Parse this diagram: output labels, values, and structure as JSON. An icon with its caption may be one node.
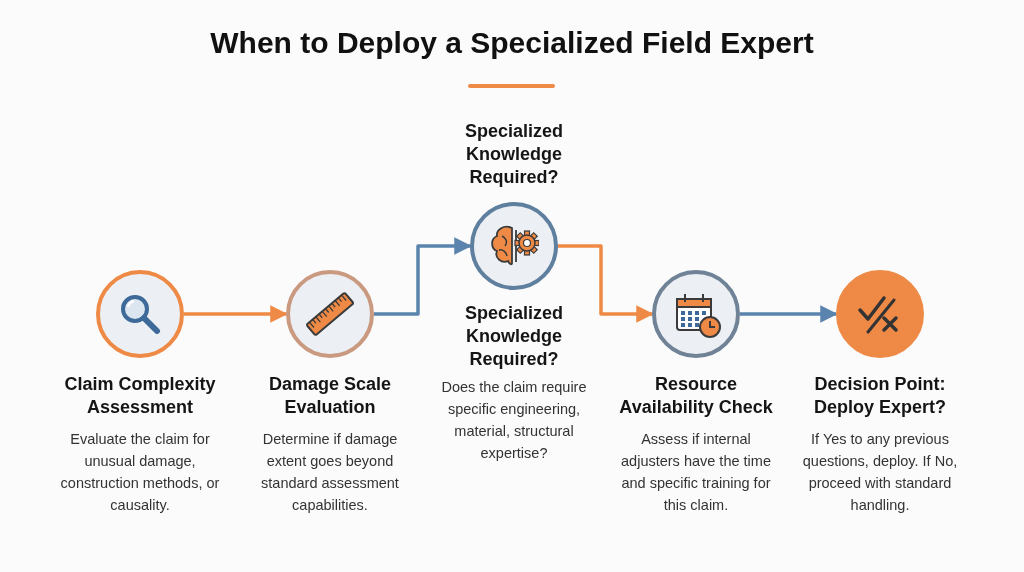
{
  "diagram": {
    "title": "When to Deploy a Specialized Field Expert",
    "nodes": [
      {
        "text": [
          "Claim Complexity Assessment",
          "Evaluate the claim for unusual damage, construction methods, or causality."
        ]
      },
      {
        "text": [
          "Damage Scale Evaluation",
          "Determine if damage extent goes beyond standard assessment capabilities."
        ]
      },
      {
        "text": [
          "Specialized Knowledge Required?",
          "Specialized Knowledge Required?",
          "Does the claim require specific engineering, material, structural expertise?"
        ]
      },
      {
        "text": [
          "Resource Availability Check",
          "Assess if internal adjusters have the time and specific training for this claim."
        ]
      },
      {
        "text": [
          "Decision Point: Deploy Expert?",
          "If Yes to any previous questions, deploy. If No, proceed with standard handling."
        ]
      }
    ],
    "edges": [
      {
        "from": 0,
        "to": 1,
        "arrow": "to",
        "color": "#ee8a45"
      },
      {
        "from": 1,
        "to": 2,
        "arrow": "to",
        "color": "#5a84ad"
      },
      {
        "from": 2,
        "to": 3,
        "arrow": "to",
        "color": "#ee8a45"
      },
      {
        "from": 3,
        "to": 4,
        "arrow": "to",
        "color": "#5a84ad"
      }
    ]
  }
}
